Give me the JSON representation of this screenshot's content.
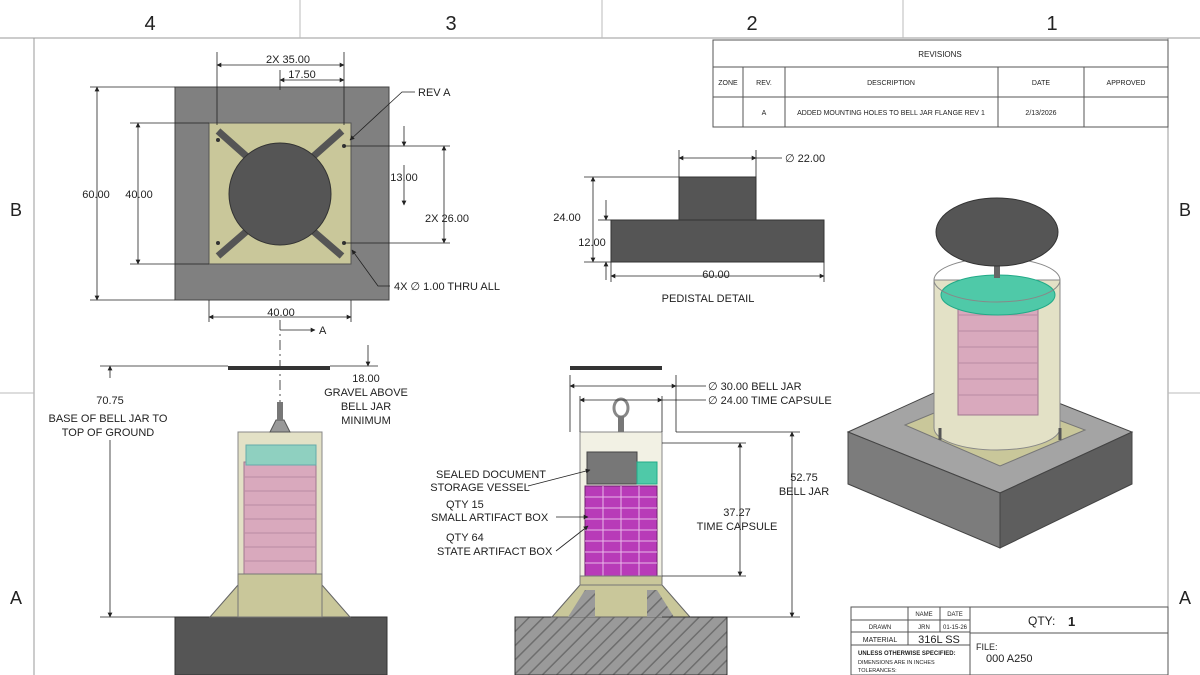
{
  "zones": {
    "columns": [
      "4",
      "3",
      "2",
      "1"
    ],
    "rows_left": [
      "B",
      "A"
    ],
    "rows_right": [
      "B",
      "A"
    ]
  },
  "revisions": {
    "title": "REVISIONS",
    "headers": [
      "ZONE",
      "REV.",
      "DESCRIPTION",
      "DATE",
      "APPROVED"
    ],
    "row": {
      "zone": "",
      "rev": "A",
      "description": "ADDED MOUNTING HOLES TO  BELL JAR FLANGE REV 1",
      "date": "2/13/2026",
      "approved": ""
    }
  },
  "top_view": {
    "dim_2x35": "2X 35.00",
    "dim_17_5": "17.50",
    "rev_a": "REV A",
    "dim_60": "60.00",
    "dim_40_v": "40.00",
    "dim_13": "13.00",
    "dim_2x26": "2X 26.00",
    "holes": "4X ∅ 1.00 THRU ALL",
    "dim_40_h": "40.00",
    "section_mark": "A"
  },
  "pedestal": {
    "dia": "∅ 22.00",
    "dim_24": "24.00",
    "dim_12": "12.00",
    "dim_60": "60.00",
    "caption": "PEDISTAL DETAIL"
  },
  "front_view": {
    "dim_70": "70.75",
    "base_label_1": "BASE OF BELL JAR TO",
    "base_label_2": "TOP OF GROUND",
    "dim_18": "18.00",
    "gravel_1": "GRAVEL ABOVE",
    "gravel_2": "BELL JAR",
    "gravel_3": "MINIMUM"
  },
  "section_view": {
    "bell_jar_dia": "∅ 30.00 BELL JAR",
    "capsule_dia": "∅ 24.00 TIME CAPSULE",
    "sealed_1": "SEALED DOCUMENT",
    "sealed_2": "STORAGE VESSEL",
    "small_1": "QTY 15",
    "small_2": "SMALL ARTIFACT BOX",
    "state_1": "QTY 64",
    "state_2": "STATE ARTIFACT BOX",
    "dim_52": "52.75",
    "bell_jar": "BELL JAR",
    "dim_37": "37.27",
    "time_capsule": "TIME CAPSULE"
  },
  "title_block": {
    "name_h": "NAME",
    "date_h": "DATE",
    "drawn_label": "DRAWN",
    "drawn_name": "JRN",
    "drawn_date": "01-15-26",
    "material_label": "MATERIAL",
    "material": "316L SS",
    "unless": "UNLESS OTHERWISE SPECIFIED:",
    "dims_inches": "DIMENSIONS ARE IN INCHES",
    "tolerances": "TOLERANCES:",
    "qty_label": "QTY:",
    "qty": "1",
    "file_label": "FILE:",
    "file": "000 A250"
  },
  "colors": {
    "flange": "#c9c79a",
    "body": "#e3e1c6",
    "dark_gray": "#555555",
    "concrete": "#8f8f8f",
    "magenta": "#b83bb8",
    "teal": "#4fc9a8",
    "pink": "#d9a9bd"
  }
}
